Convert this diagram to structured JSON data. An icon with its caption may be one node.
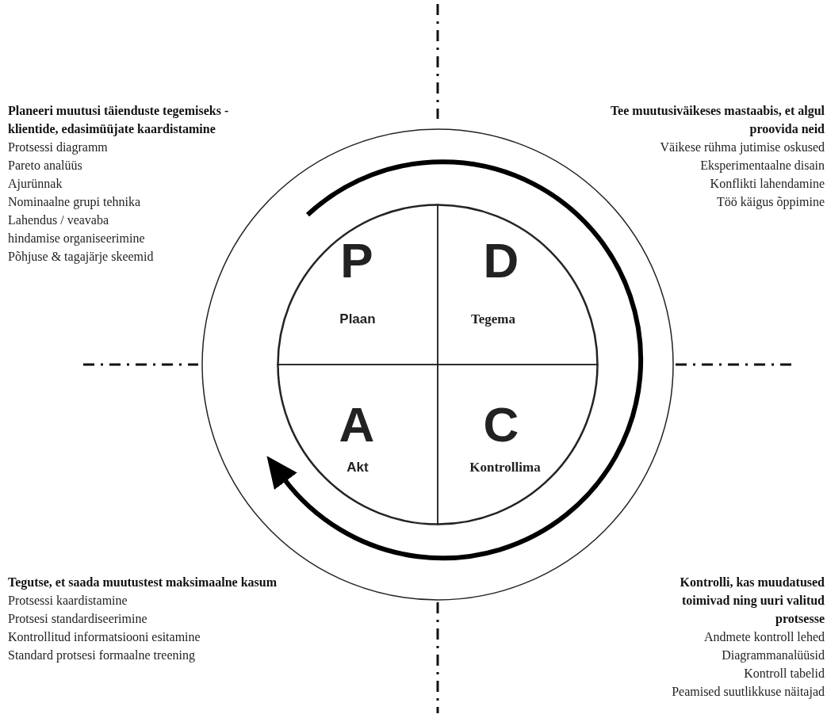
{
  "diagram": {
    "nodes": [
      {
        "text": [],
        "shape": "circle"
      },
      {
        "text": [],
        "shape": "circle",
        "in": 0
      },
      {
        "text": [
          "P",
          "Plaan"
        ],
        "in": 1
      },
      {
        "text": [
          "D",
          "Tegema"
        ],
        "in": 1
      },
      {
        "text": [
          "A",
          "Akt"
        ],
        "in": 1
      },
      {
        "text": [
          "C",
          "Kontrollima"
        ],
        "in": 1
      }
    ],
    "edges": [],
    "labels": [
      "Planeeri muutusi täienduste tegemiseks - klientide, edasimüüjate kaardistamine",
      "Protsessi diagramm",
      "Pareto analüüs",
      "Ajurünnak",
      "Nominaalne grupi tehnika",
      "Lahendus / veavaba hindamise organiseerimine",
      "Põhjuse & tagajärje skeemid",
      "Tee muutusiväikeses mastaabis, et algul proovida neid",
      "Väikese rühma jutimise oskused",
      "Eksperimentaalne disain",
      "Konflikti lahendamine",
      "Töö käigus õppimine",
      "Tegutse, et saada muutustest maksimaalne kasum",
      "Protsessi kaardistamine",
      "Protsesi standardiseerimine",
      "Kontrollitud informatsiooni esitamine",
      "Standard protsesi formaalne treening",
      "Kontrolli, kas muudatused toimivad ning uuri valitud protsesse",
      "Andmete kontroll lehed",
      "Diagrammanalüüsid",
      "Kontroll tabelid",
      "Peamised suutlikkuse näitajad"
    ]
  }
}
